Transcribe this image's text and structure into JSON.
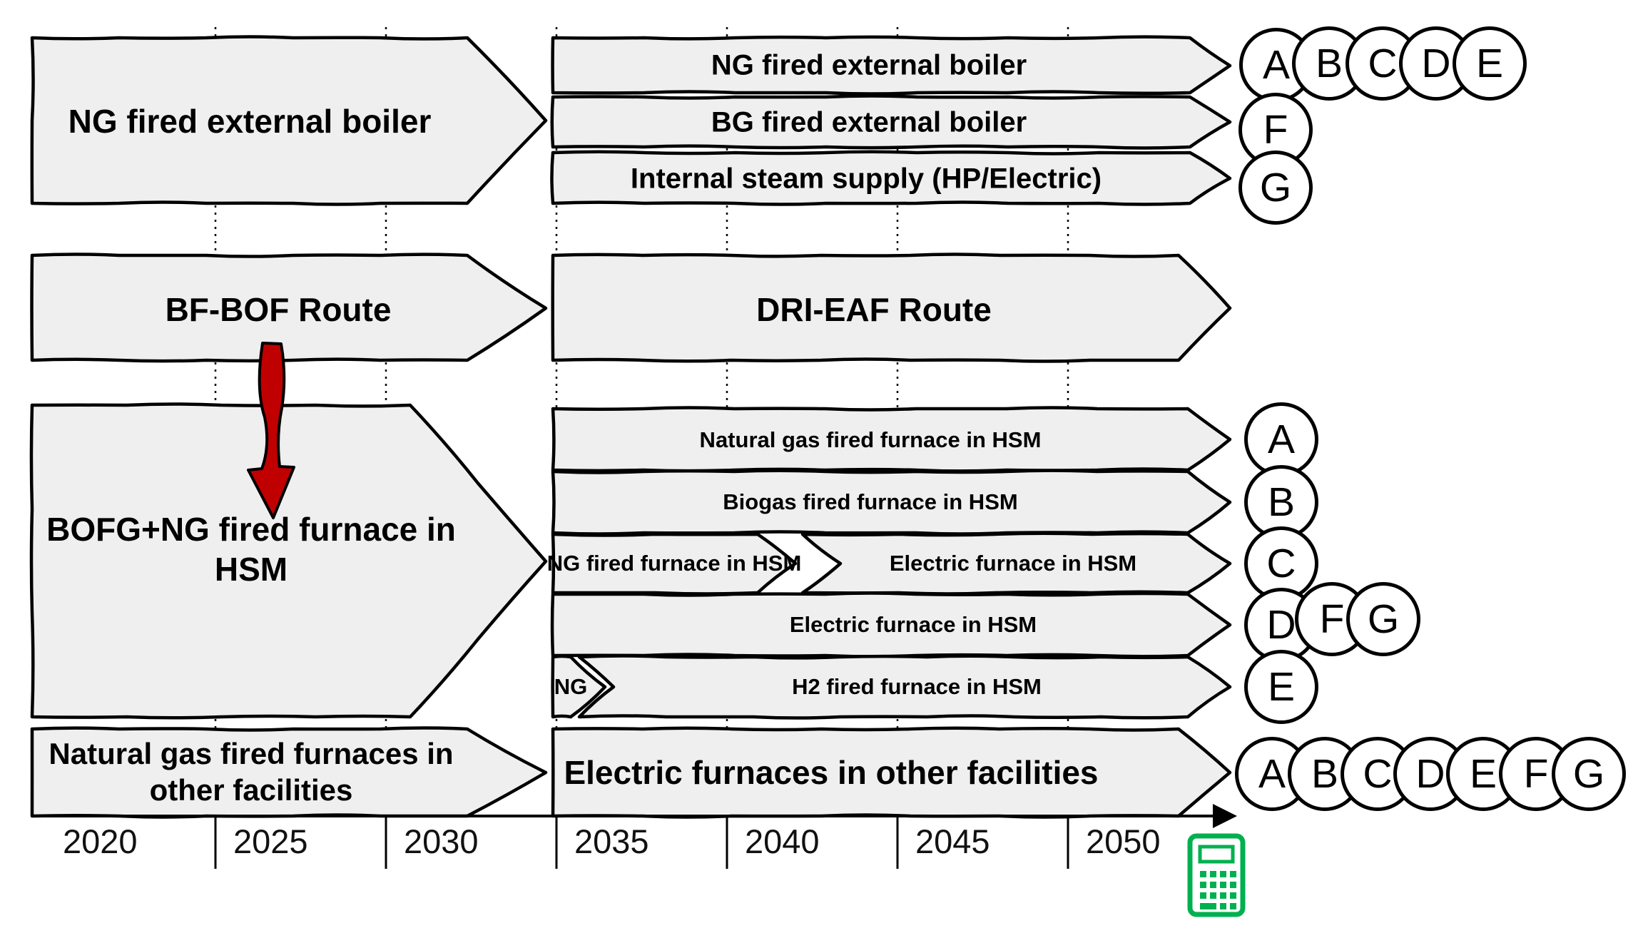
{
  "palette": {
    "background": "#ffffff",
    "arrow_fill": "#efefef",
    "outline": "#000000",
    "transition_arrow_red": "#c00000",
    "calculator_green": "#00b050"
  },
  "steam_row": {
    "source": "NG fired external boiler",
    "branches": [
      {
        "label": "NG fired external boiler",
        "badges": [
          "A",
          "B",
          "C",
          "D",
          "E"
        ]
      },
      {
        "label": "BG fired external boiler",
        "badges": [
          "F"
        ]
      },
      {
        "label": "Internal steam supply (HP/Electric)",
        "badges": [
          "G"
        ]
      }
    ]
  },
  "route_row": {
    "source": "BF-BOF Route",
    "target": "DRI-EAF Route"
  },
  "hsm_row": {
    "source": "BOFG+NG fired furnace in\nHSM",
    "branches": [
      {
        "label": "Natural gas fired furnace in HSM",
        "badges": [
          "A"
        ]
      },
      {
        "label": "Biogas fired furnace in HSM",
        "badges": [
          "B"
        ]
      },
      {
        "from": "NG fired furnace in HSM",
        "to": "Electric furnace in HSM",
        "badges": [
          "C"
        ]
      },
      {
        "label": "Electric furnace in HSM",
        "badges": [
          "D",
          "F",
          "G"
        ]
      },
      {
        "from": "NG",
        "to": "H2 fired furnace in HSM",
        "badges": [
          "E"
        ]
      }
    ]
  },
  "other_row": {
    "source": "Natural gas fired furnaces in\nother facilities",
    "target": "Electric furnaces in other facilities",
    "badges": [
      "A",
      "B",
      "C",
      "D",
      "E",
      "F",
      "G"
    ]
  },
  "timeline": {
    "years": [
      "2020",
      "2025",
      "2030",
      "2035",
      "2040",
      "2045",
      "2050"
    ]
  }
}
